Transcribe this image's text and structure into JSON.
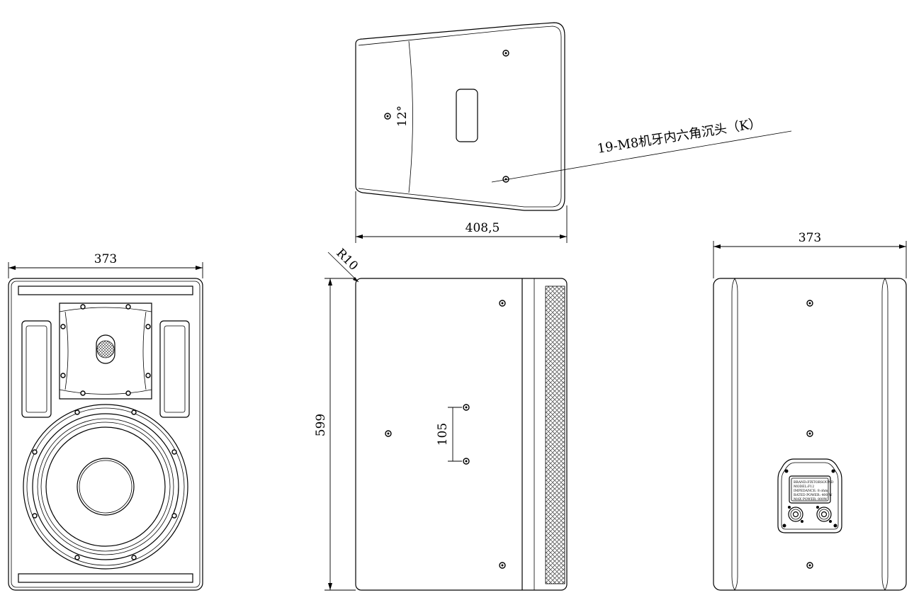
{
  "front_view": {
    "width_label": "373"
  },
  "top_view": {
    "angle_label": "12°",
    "depth_label": "408,5",
    "callout_label": "19-M8机牙内六角沉头（K）"
  },
  "side_view": {
    "height_label": "599",
    "radius_label": "R10",
    "spacing_label": "105"
  },
  "rear_view": {
    "width_label": "373",
    "plate_lines": [
      "BRAND:FIXTORSOUND",
      "MODEL:F12",
      "IMPEDANCE:   8 ohm",
      "RATED POWER: 400 W",
      "MAX POWER:   800W"
    ]
  }
}
